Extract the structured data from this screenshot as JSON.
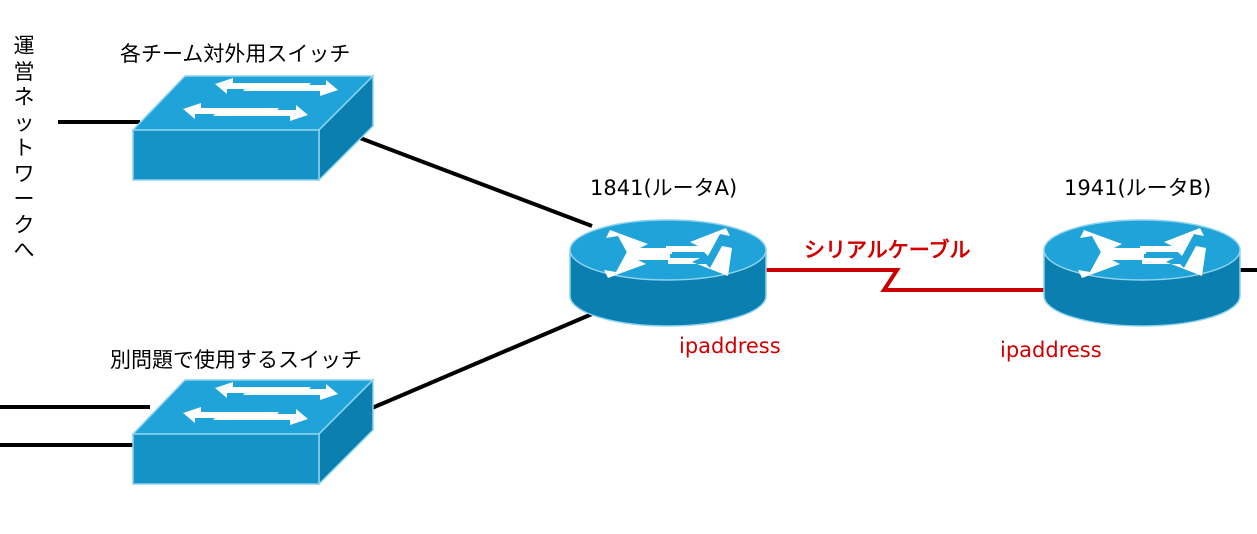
{
  "labels": {
    "mgmt_network": "運営ネットワークへ",
    "team_switch": "各チーム対外用スイッチ",
    "other_switch": "別問題で使用するスイッチ",
    "router_a": "1841(ルータA)",
    "router_b": "1941(ルータB)",
    "serial_cable": "シリアルケーブル",
    "ip_a": "ipaddress",
    "ip_b": "ipaddress"
  },
  "icons": {
    "switch": "network-switch-icon",
    "router": "router-icon"
  },
  "colors": {
    "device_top": "#1fa3d8",
    "device_side": "#0a7fb0",
    "device_front": "#1593c6",
    "arrow": "#ffffff",
    "link": "#000000",
    "serial": "#cc0000",
    "ip_label": "#d00000"
  }
}
